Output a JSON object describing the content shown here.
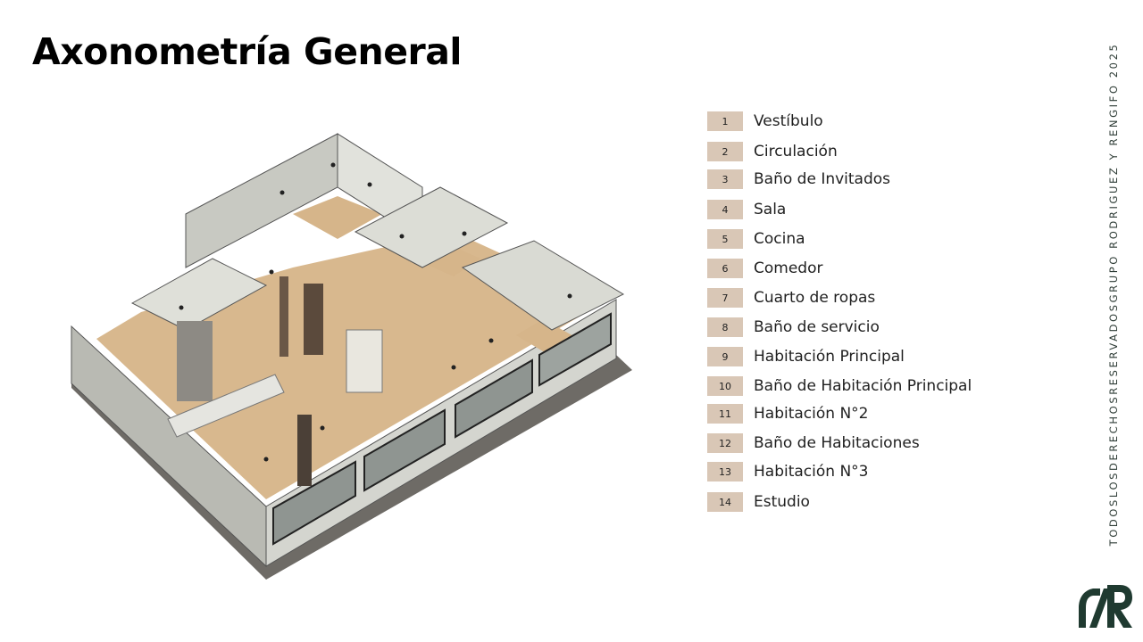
{
  "title": "Axonometría General",
  "legend": [
    {
      "num": "1",
      "label": "Vestíbulo"
    },
    {
      "num": "2",
      "label": "Circulación"
    },
    {
      "num": "3",
      "label": "Baño de Invitados"
    },
    {
      "num": "4",
      "label": "Sala"
    },
    {
      "num": "5",
      "label": "Cocina"
    },
    {
      "num": "6",
      "label": "Comedor"
    },
    {
      "num": "7",
      "label": "Cuarto de ropas"
    },
    {
      "num": "8",
      "label": "Baño de servicio"
    },
    {
      "num": "9",
      "label": "Habitación Principal"
    },
    {
      "num": "10",
      "label": "Baño de Habitación Principal"
    },
    {
      "num": "11",
      "label": "Habitación N°2"
    },
    {
      "num": "12",
      "label": "Baño de Habitaciones"
    },
    {
      "num": "13",
      "label": "Habitación N°3"
    },
    {
      "num": "14",
      "label": "Estudio"
    }
  ],
  "copyright": "TODOSLOSDERECHOSRESERVADOSGRUPO RODRIGUEZ Y RENGIFO 2025",
  "logo_text": "RR",
  "colors": {
    "badge": "#d9c7b6",
    "logo": "#1f3a30",
    "floor": "#d8b88e",
    "wall": "#c9cac3"
  }
}
